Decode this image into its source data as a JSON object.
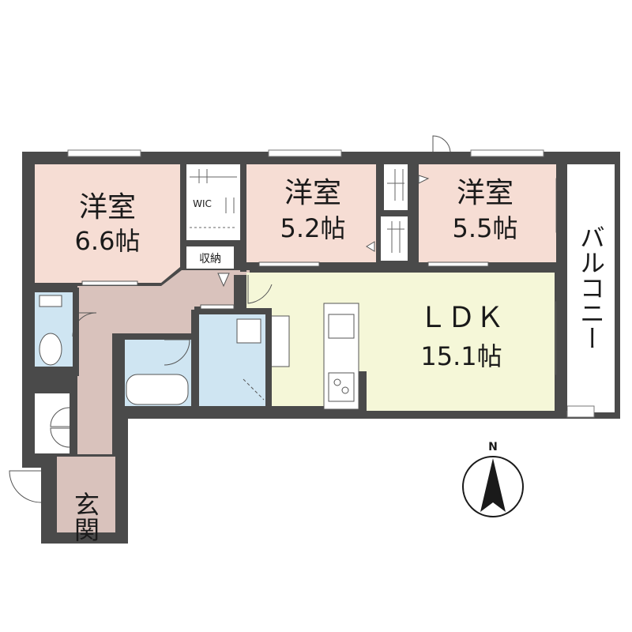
{
  "rooms": {
    "western1": {
      "label": "洋室",
      "size": "6.6帖",
      "color": "#f6ddd4"
    },
    "western2": {
      "label": "洋室",
      "size": "5.2帖",
      "color": "#f6ddd4"
    },
    "western3": {
      "label": "洋室",
      "size": "5.5帖",
      "color": "#f6ddd4"
    },
    "ldk": {
      "label": "ＬＤＫ",
      "size": "15.1帖",
      "color": "#f5f7d8"
    },
    "wic": {
      "label": "WIC"
    },
    "storage": {
      "label": "収納"
    },
    "entrance": {
      "label": "玄関",
      "color": "#d9c2bc"
    },
    "balcony": {
      "label": "バルコニー"
    }
  },
  "colors": {
    "wall": "#4a4a4a",
    "hall": "#d9c2bc",
    "wet": "#cfe5f2"
  },
  "compass": {
    "north_label": "N"
  }
}
